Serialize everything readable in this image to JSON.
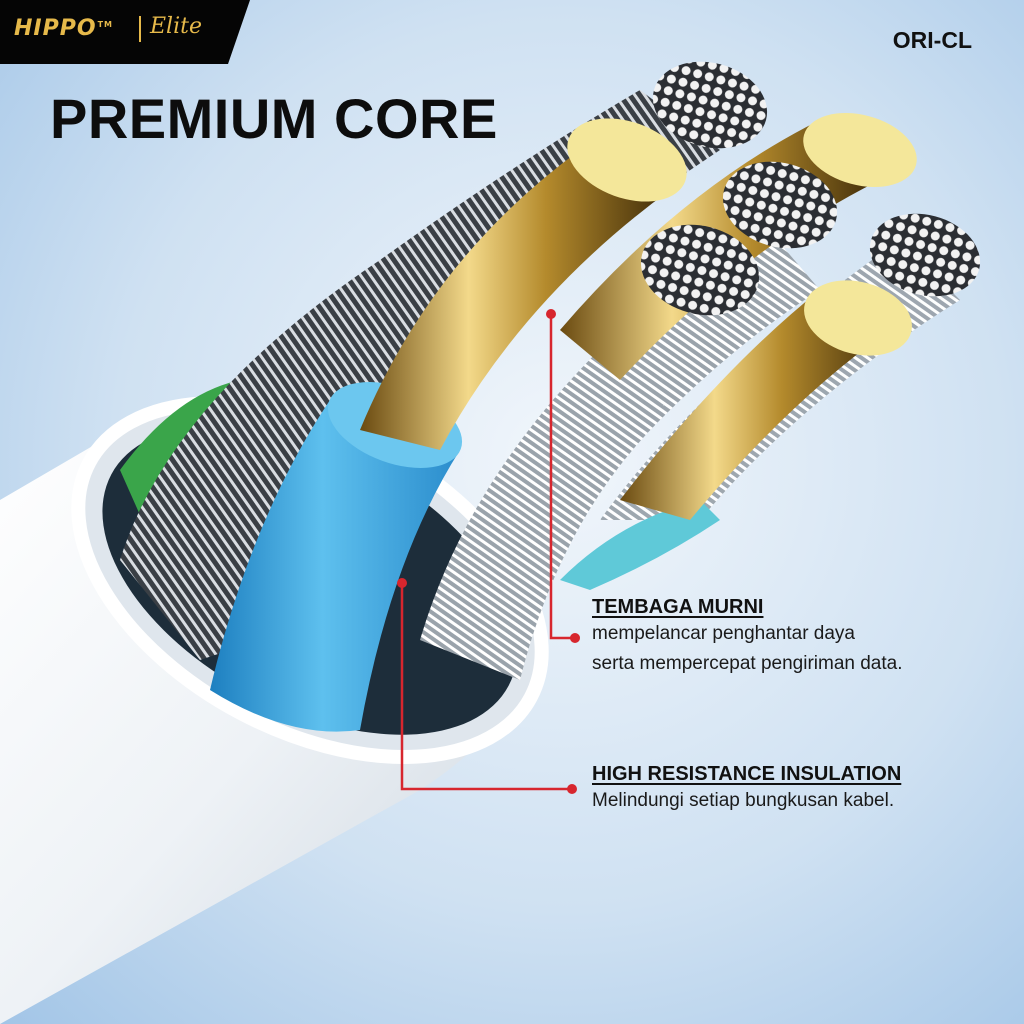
{
  "brand": {
    "name": "HIPPO",
    "trademark": "TM",
    "line": "Elite"
  },
  "model_code": "ORI-CL",
  "headline": "PREMIUM CORE",
  "callouts": [
    {
      "title": "TEMBAGA MURNI",
      "lines": [
        "mempelancar penghantar daya",
        "serta mempercepat pengiriman data."
      ]
    },
    {
      "title": "HIGH RESISTANCE INSULATION",
      "lines": [
        "Melindungi setiap bungkusan kabel."
      ]
    }
  ],
  "colors": {
    "background_light": "#e4eef8",
    "background_dark": "#a9cbe9",
    "brand_gold": "#e6b94a",
    "accent_red": "#d7262e",
    "insulation_blue": "#47a9dc",
    "insulation_green": "#3aa54a",
    "copper_gold": "#c9a54e"
  }
}
